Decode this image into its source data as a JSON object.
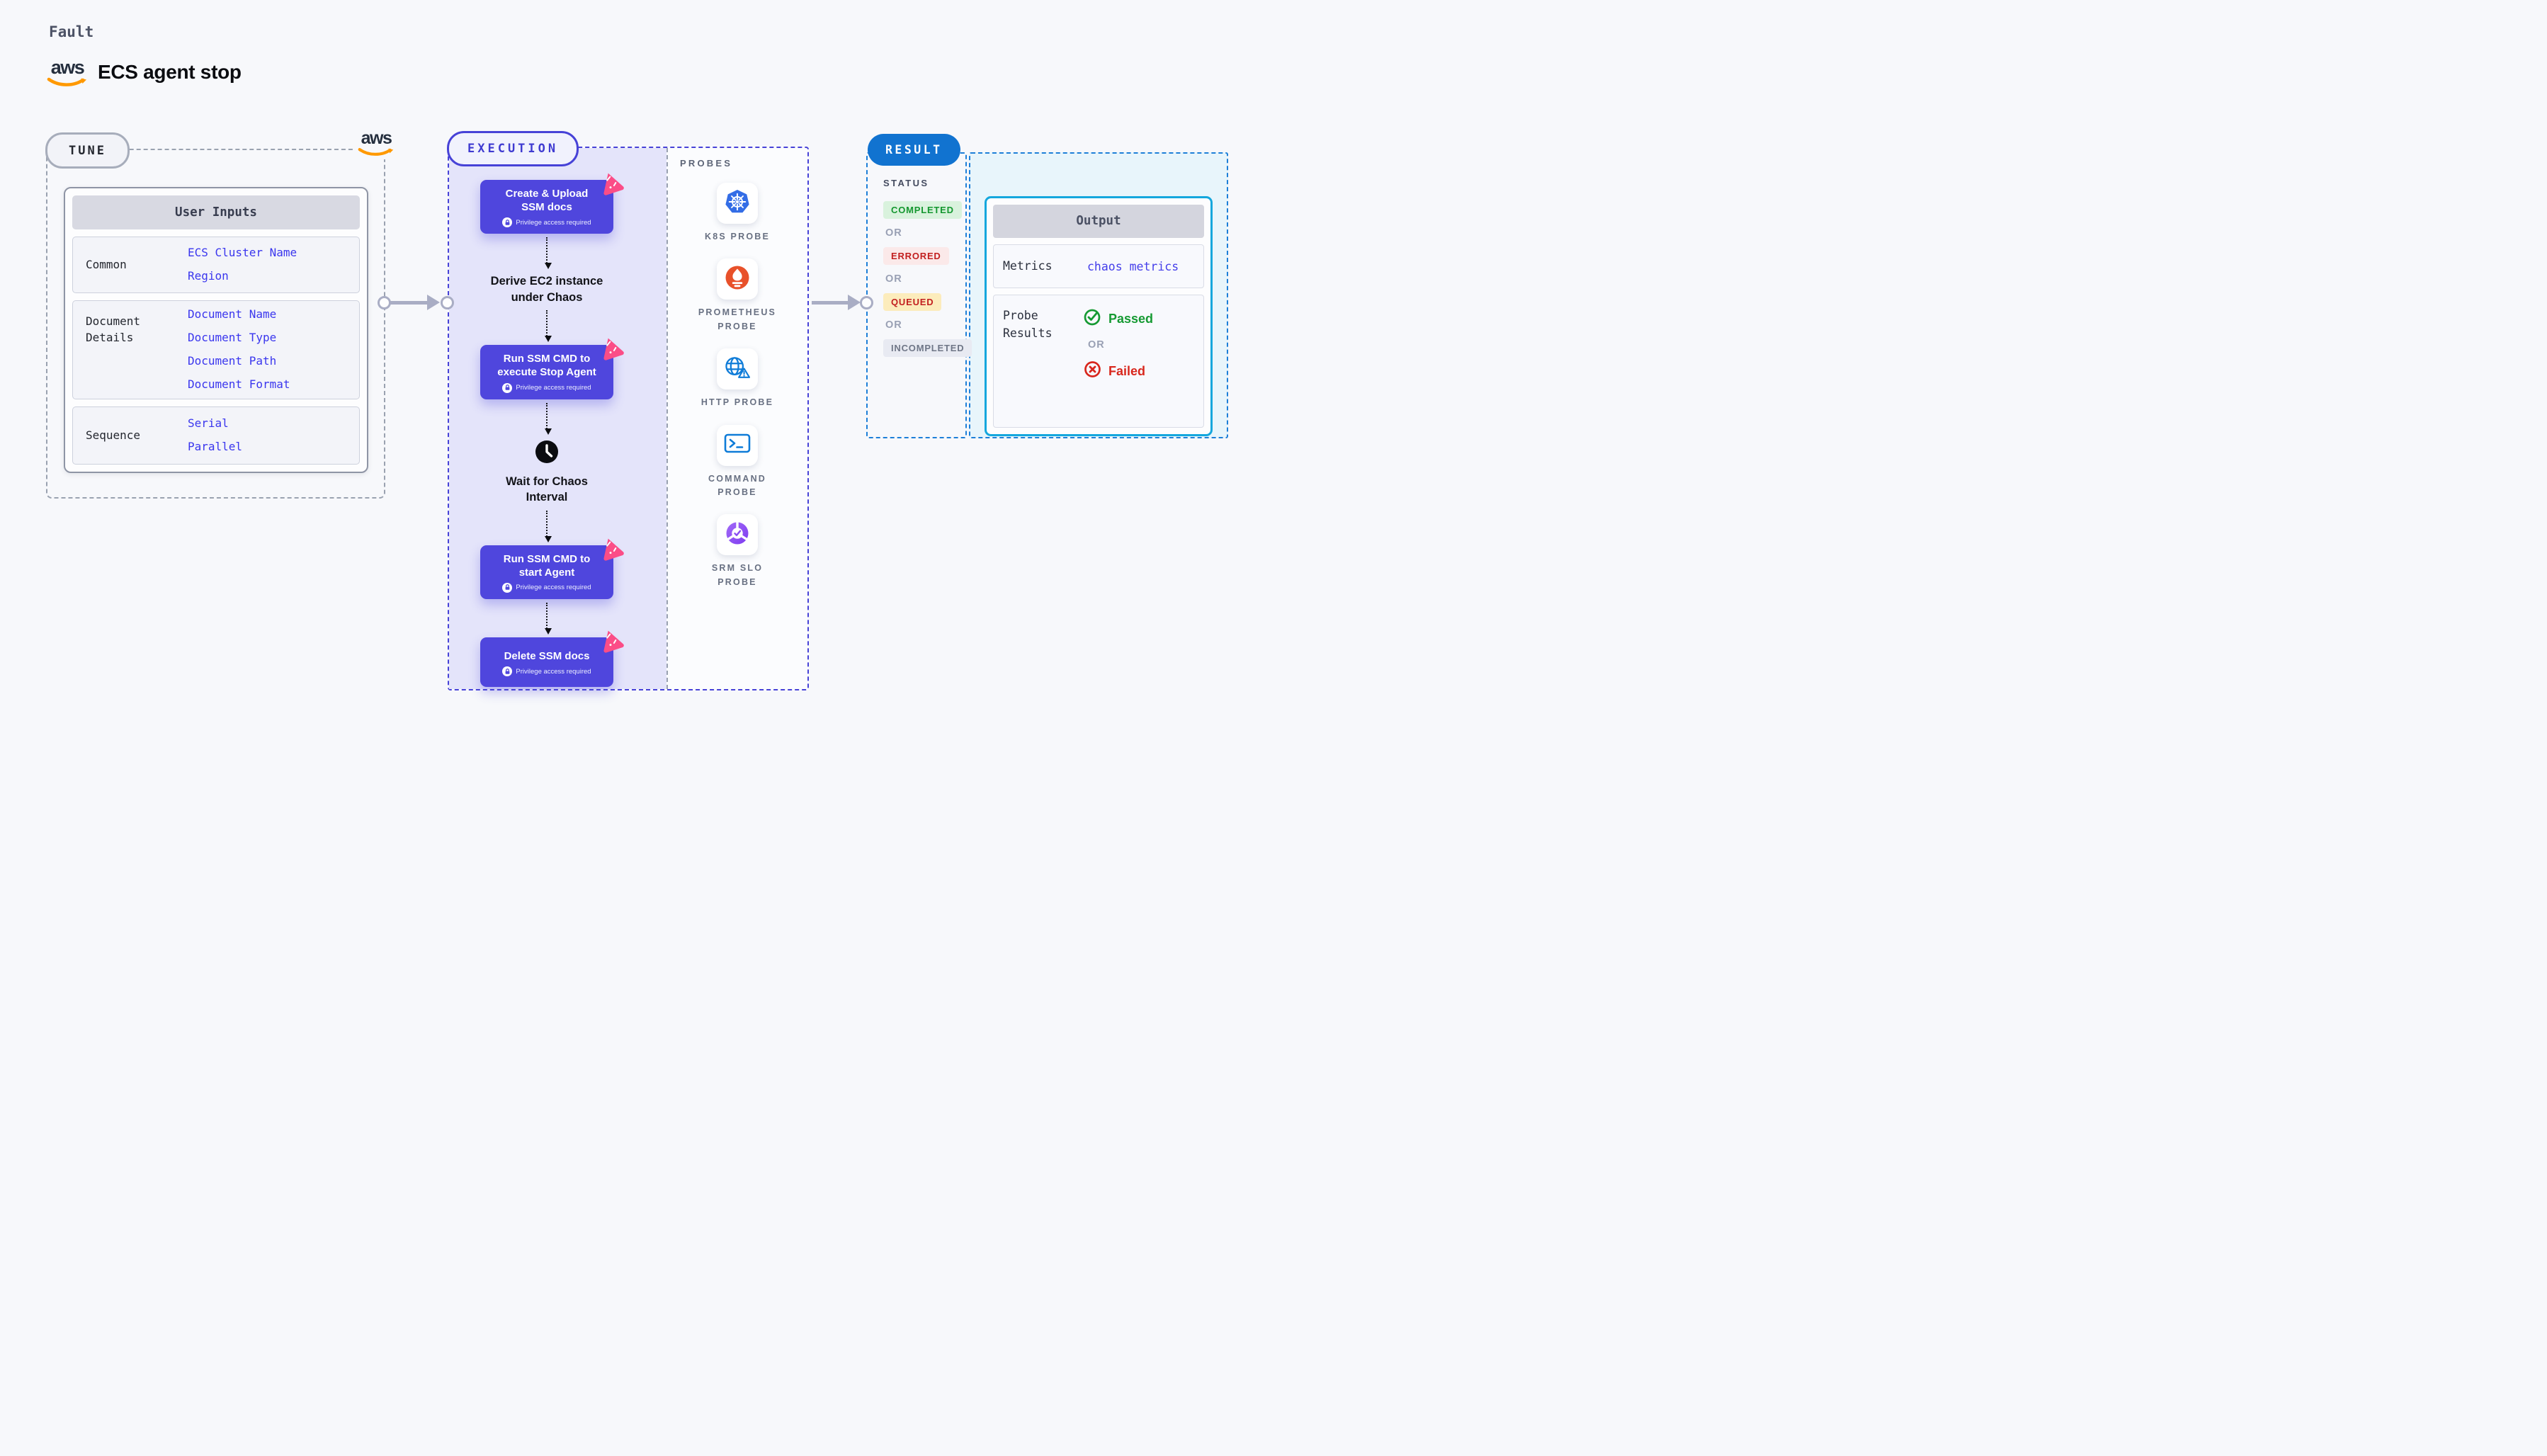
{
  "header": {
    "fault_label": "Fault",
    "title": "ECS agent stop"
  },
  "logos": {
    "aws_text": "aws"
  },
  "tune": {
    "pill": "TUNE",
    "table": {
      "header": "User Inputs",
      "rows": [
        {
          "label": "Common",
          "values": [
            "ECS Cluster Name",
            "Region"
          ]
        },
        {
          "label": "Document Details",
          "values": [
            "Document Name",
            "Document Type",
            "Document Path",
            "Document Format"
          ]
        },
        {
          "label": "Sequence",
          "values": [
            "Serial",
            "Parallel"
          ]
        }
      ]
    }
  },
  "execution": {
    "pill": "EXECUTION",
    "steps": [
      {
        "type": "action",
        "lines": [
          "Create & Upload",
          "SSM docs"
        ],
        "privilege": "Privilege access required"
      },
      {
        "type": "plain",
        "lines": [
          "Derive EC2 instance",
          "under Chaos"
        ]
      },
      {
        "type": "action",
        "lines": [
          "Run SSM CMD to",
          "execute Stop Agent"
        ],
        "privilege": "Privilege access required"
      },
      {
        "type": "wait",
        "lines": [
          "Wait for Chaos",
          "Interval"
        ]
      },
      {
        "type": "action",
        "lines": [
          "Run SSM CMD to",
          "start Agent"
        ],
        "privilege": "Privilege access required"
      },
      {
        "type": "action",
        "lines": [
          "Delete SSM docs"
        ],
        "privilege": "Privilege access required"
      }
    ]
  },
  "probes": {
    "title": "PROBES",
    "items": [
      {
        "name": "k8s-probe",
        "label": "K8S PROBE"
      },
      {
        "name": "prometheus-probe",
        "label": "PROMETHEUS PROBE"
      },
      {
        "name": "http-probe",
        "label": "HTTP PROBE"
      },
      {
        "name": "command-probe",
        "label": "COMMAND PROBE"
      },
      {
        "name": "srm-slo-probe",
        "label": "SRM SLO PROBE"
      }
    ]
  },
  "result": {
    "pill": "RESULT",
    "status": {
      "title": "STATUS",
      "badges": [
        "COMPLETED",
        "ERRORED",
        "QUEUED",
        "INCOMPLETED"
      ],
      "or": "OR"
    },
    "output": {
      "header": "Output",
      "metrics_label": "Metrics",
      "metrics_value": "chaos metrics",
      "probe_results_label": "Probe Results",
      "passed": "Passed",
      "failed": "Failed",
      "or": "OR"
    }
  },
  "colors": {
    "page_bg": "#f7f8fb",
    "accent_indigo": "#4f46dd",
    "execution_lavender": "#e4e4fa",
    "litmus_pink": "#fb4d87",
    "aws_orange": "#ff9900",
    "aws_navy": "#252f3e",
    "k8s_blue": "#336de6",
    "prometheus_orange": "#e8512a",
    "probe_blue": "#0f7cd8",
    "srm_purple": "#8a4cf2",
    "result_blue": "#1173d0",
    "output_cyan": "#14a7dd",
    "value_blue": "#3a36ee",
    "passed_green": "#169a33",
    "failed_red": "#d8271d",
    "completed_bg": "#d9f2dd",
    "errored_bg": "#fbe9e9",
    "queued_bg": "#fcecbc",
    "incompleted_bg": "#e8eaf2"
  }
}
